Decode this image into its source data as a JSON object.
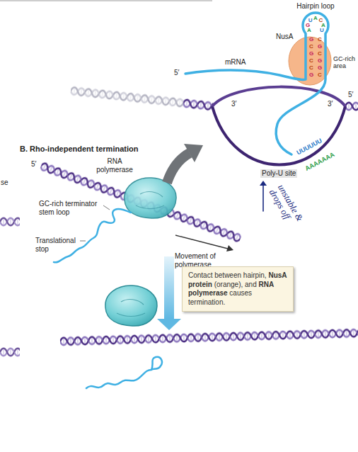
{
  "diagram": {
    "title": "B. Rho-independent termination",
    "nodes": [
      {
        "text": [
          "Contact between hairpin, NusA protein (orange), and RNA polymerase causes termination."
        ]
      }
    ],
    "labels": [
      "Hairpin loop",
      "A",
      "G",
      "U",
      "A",
      "C",
      "A",
      "U",
      "NusA",
      "5′",
      "mRNA",
      "G",
      "C",
      "G",
      "C",
      "C",
      "G",
      "C",
      "G",
      "C",
      "G",
      "G",
      "C",
      "GC-rich area",
      "3′",
      "3′",
      "5′",
      "UUUUUU",
      "AAAAAAA",
      "Poly-U site",
      "se",
      "RNA polymerase",
      "5′",
      "unstable & drops off",
      "GC-rich terminator stem loop",
      "Movement of polymerase",
      "Translational stop"
    ]
  }
}
